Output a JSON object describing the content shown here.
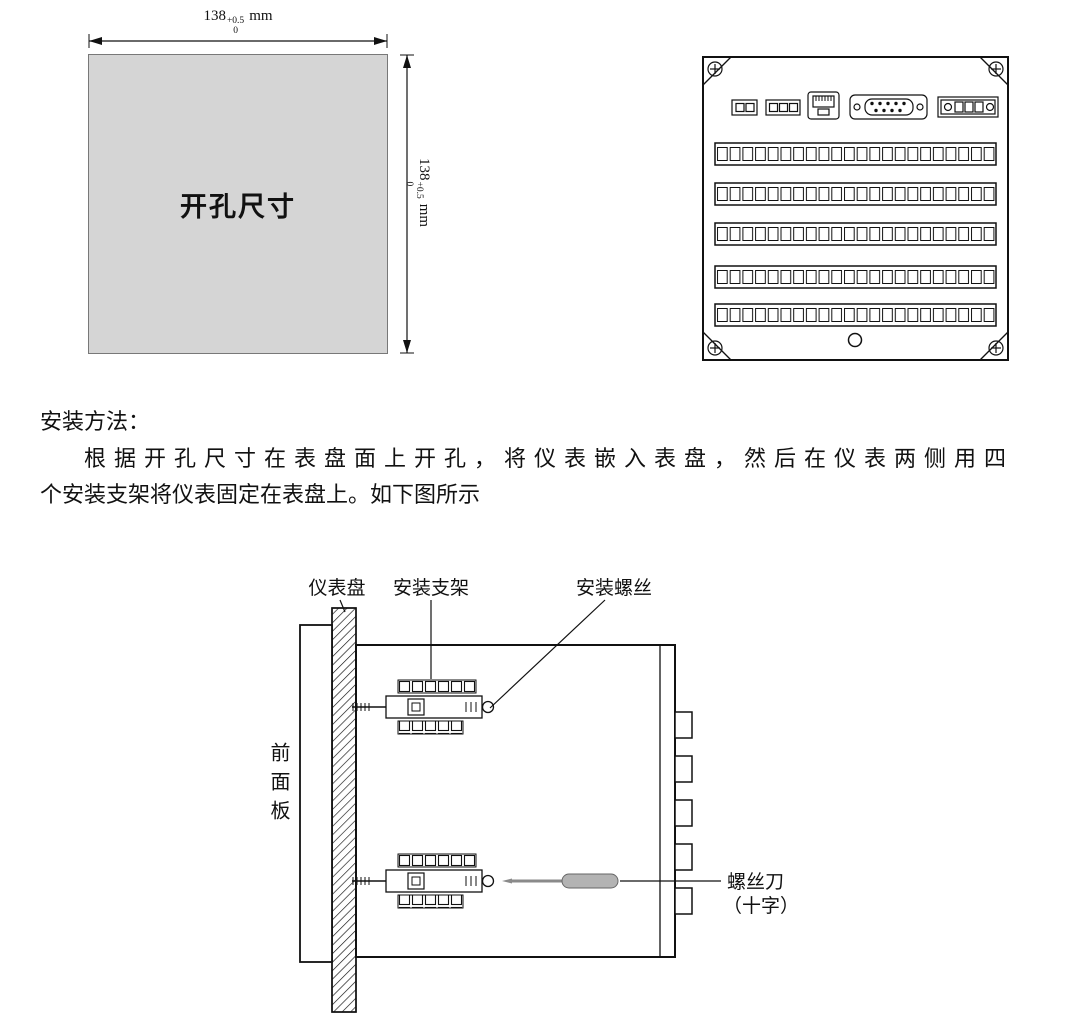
{
  "colors": {
    "cutout_fill": "#d5d5d5",
    "line": "#111111",
    "screwdriver_handle": "#b3b3b3"
  },
  "cutout_figure": {
    "label": "开孔尺寸",
    "width_dim": {
      "value": "138",
      "tol_upper": "+0.5",
      "tol_lower": "0",
      "unit": "mm"
    },
    "height_dim": {
      "value": "138",
      "tol_upper": "+0.5",
      "tol_lower": "0",
      "unit": "mm"
    }
  },
  "instructions": {
    "heading": "安装方法：",
    "body_line1": "根据开孔尺寸在表盘面上开孔，将仪表嵌入表盘，然后在仪表两侧用四",
    "body_line2": "个安装支架将仪表固定在表盘上。如下图所示"
  },
  "installation_figure": {
    "panel_label": "仪表盘",
    "bracket_label": "安装支架",
    "screw_label": "安装螺丝",
    "front_panel_label": "前面板",
    "screwdriver_label_line1": "螺丝刀",
    "screwdriver_label_line2": "（十字）"
  }
}
